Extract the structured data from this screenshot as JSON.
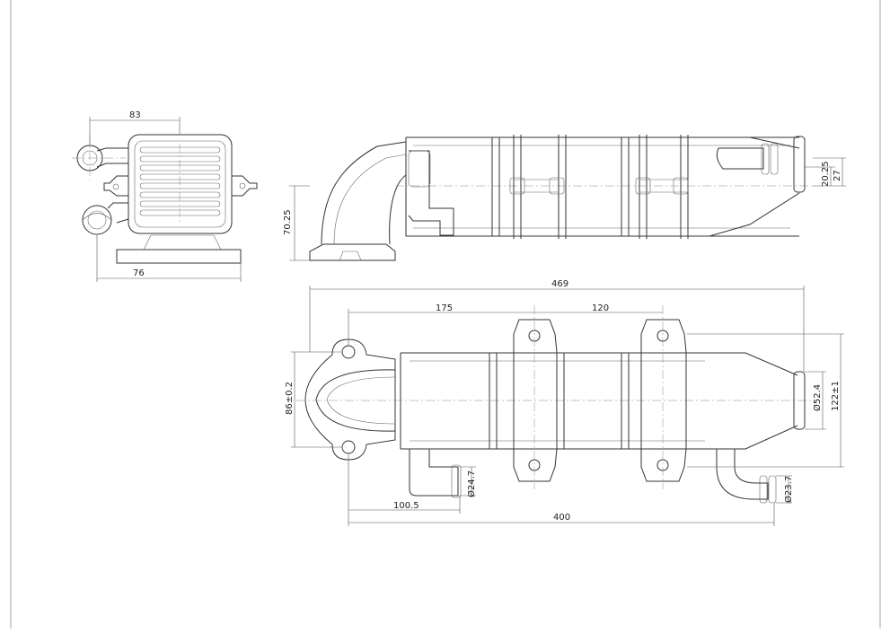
{
  "drawing": {
    "dims": {
      "end_width": "83",
      "end_base": "76",
      "side_height": "70.25",
      "side_d1": "20.25",
      "side_d2": "27",
      "overall_length": "469",
      "bracket_offset": "175",
      "bracket_spacing": "120",
      "flange_spacing": "86±0.2",
      "outlet_dia": "Ø52.4",
      "outlet_height": "122±1",
      "pipe_dia_left": "Ø24.7",
      "pipe_dia_right": "Ø23.7",
      "pipe_offset": "100.5",
      "body_length": "400"
    }
  }
}
